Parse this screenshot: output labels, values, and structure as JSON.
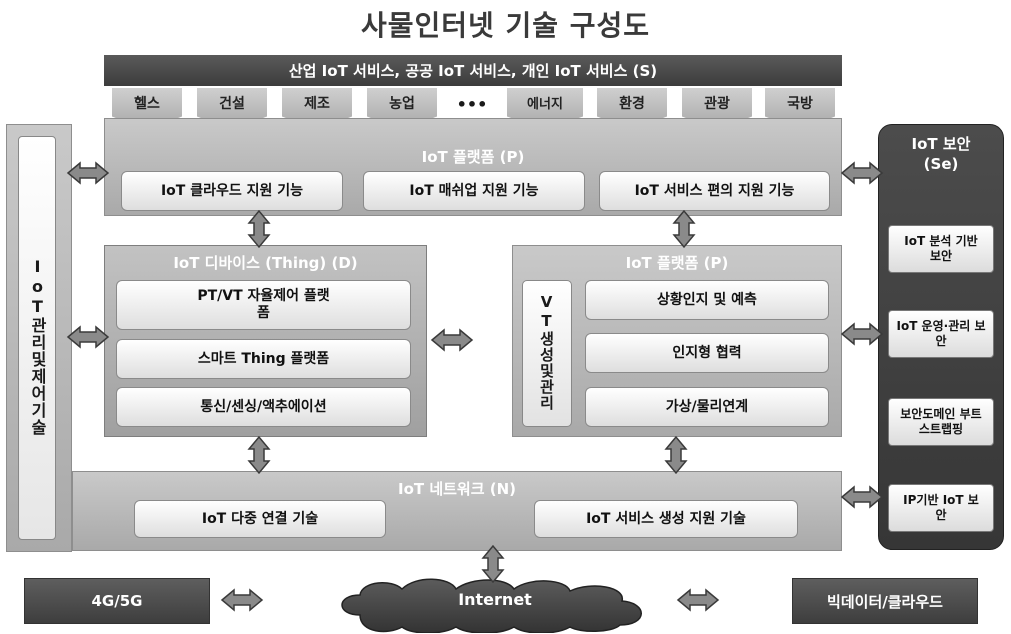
{
  "title": "사물인터넷 기술 구성도",
  "services": "산업 IoT 서비스, 공공 IoT 서비스, 개인 IoT 서비스 (S)",
  "sectors": [
    "헬스",
    "건설",
    "제조",
    "농업",
    "•••",
    "에너지",
    "환경",
    "관광",
    "국방"
  ],
  "platform_top": {
    "title": "IoT 플랫폼 (P)",
    "items": [
      "IoT 클라우드 지원 기능",
      "IoT 매쉬업 지원 기능",
      "IoT 서비스 편의 지원 기능"
    ]
  },
  "device": {
    "title": "IoT 디바이스 (Thing) (D)",
    "items": [
      "PT/VT 자율제어 플랫폼",
      "스마트 Thing 플랫폼",
      "통신/센싱/액추에이션"
    ]
  },
  "platform_mid": {
    "title": "IoT 플랫폼 (P)",
    "vt_label": "VT생성및관리",
    "items": [
      "상황인지 및 예측",
      "인지형 협력",
      "가상/물리연계"
    ]
  },
  "network": {
    "title": "IoT 네트워크 (N)",
    "items": [
      "IoT 다중 연결 기술",
      "IoT 서비스 생성 지원 기술"
    ]
  },
  "management": "IoT관리및제어기술",
  "security": {
    "title": "IoT 보안 (Se)",
    "items": [
      "IoT 분석 기반 보안",
      "IoT 운영·관리 보안",
      "보안도메인 부트스트랩핑",
      "IP기반 IoT 보안"
    ]
  },
  "bottom": {
    "left": "4G/5G",
    "center": "Internet",
    "right": "빅데이터/클라우드"
  }
}
